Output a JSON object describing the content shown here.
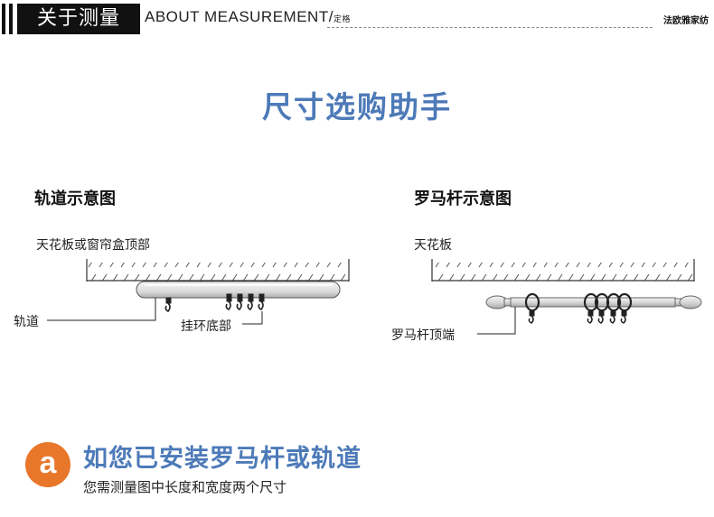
{
  "header": {
    "title_cn": "关于测量",
    "title_en": "ABOUT MEASUREMENT/",
    "title_en_sub": "定格",
    "brand": "法欧雅家纺"
  },
  "main": {
    "title": "尺寸选购助手"
  },
  "track_diagram": {
    "title": "轨道示意图",
    "ceiling_label": "天花板或窗帘盒顶部",
    "track_label": "轨道",
    "hook_label": "挂环底部"
  },
  "rod_diagram": {
    "title": "罗马杆示意图",
    "ceiling_label": "天花板",
    "rod_label": "罗马杆顶端"
  },
  "bottom": {
    "badge": "a",
    "title": "如您已安装罗马杆或轨道",
    "subtitle": "您需测量图中长度和宽度两个尺寸"
  },
  "colors": {
    "accent_blue": "#4d7ab8",
    "badge_orange": "#e8772a",
    "header_black": "#111111"
  }
}
